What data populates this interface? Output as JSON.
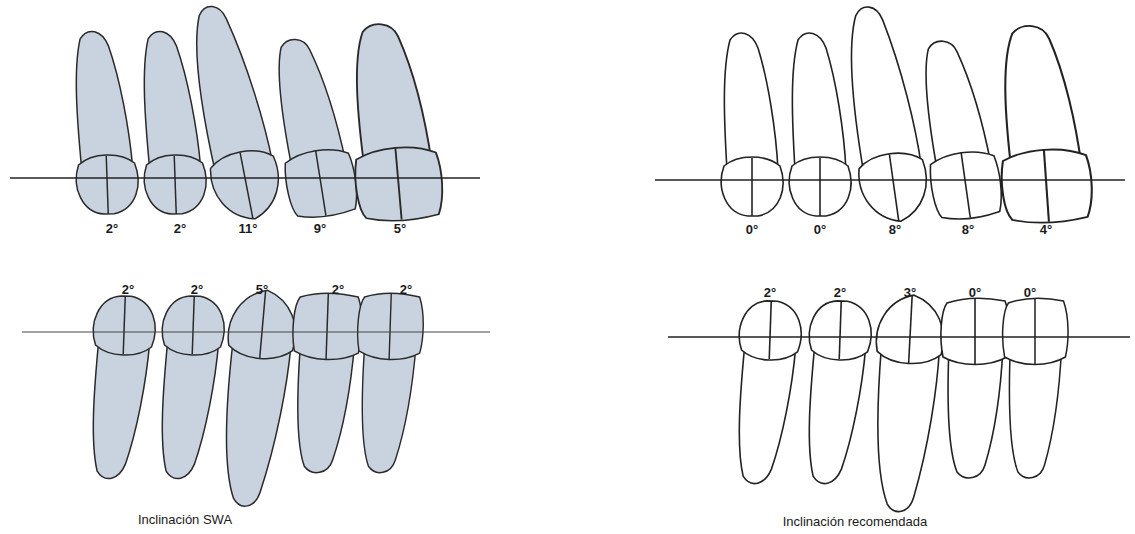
{
  "diagram": {
    "labels": [
      "2°",
      "2°",
      "11°",
      "9°",
      "5°",
      "0°",
      "0°",
      "8°",
      "8°",
      "4°",
      "2°",
      "2°",
      "5°",
      "2°",
      "2°",
      "2°",
      "2°",
      "3°",
      "0°",
      "0°",
      "Inclinación SWA",
      "Inclinación recomendada"
    ]
  }
}
